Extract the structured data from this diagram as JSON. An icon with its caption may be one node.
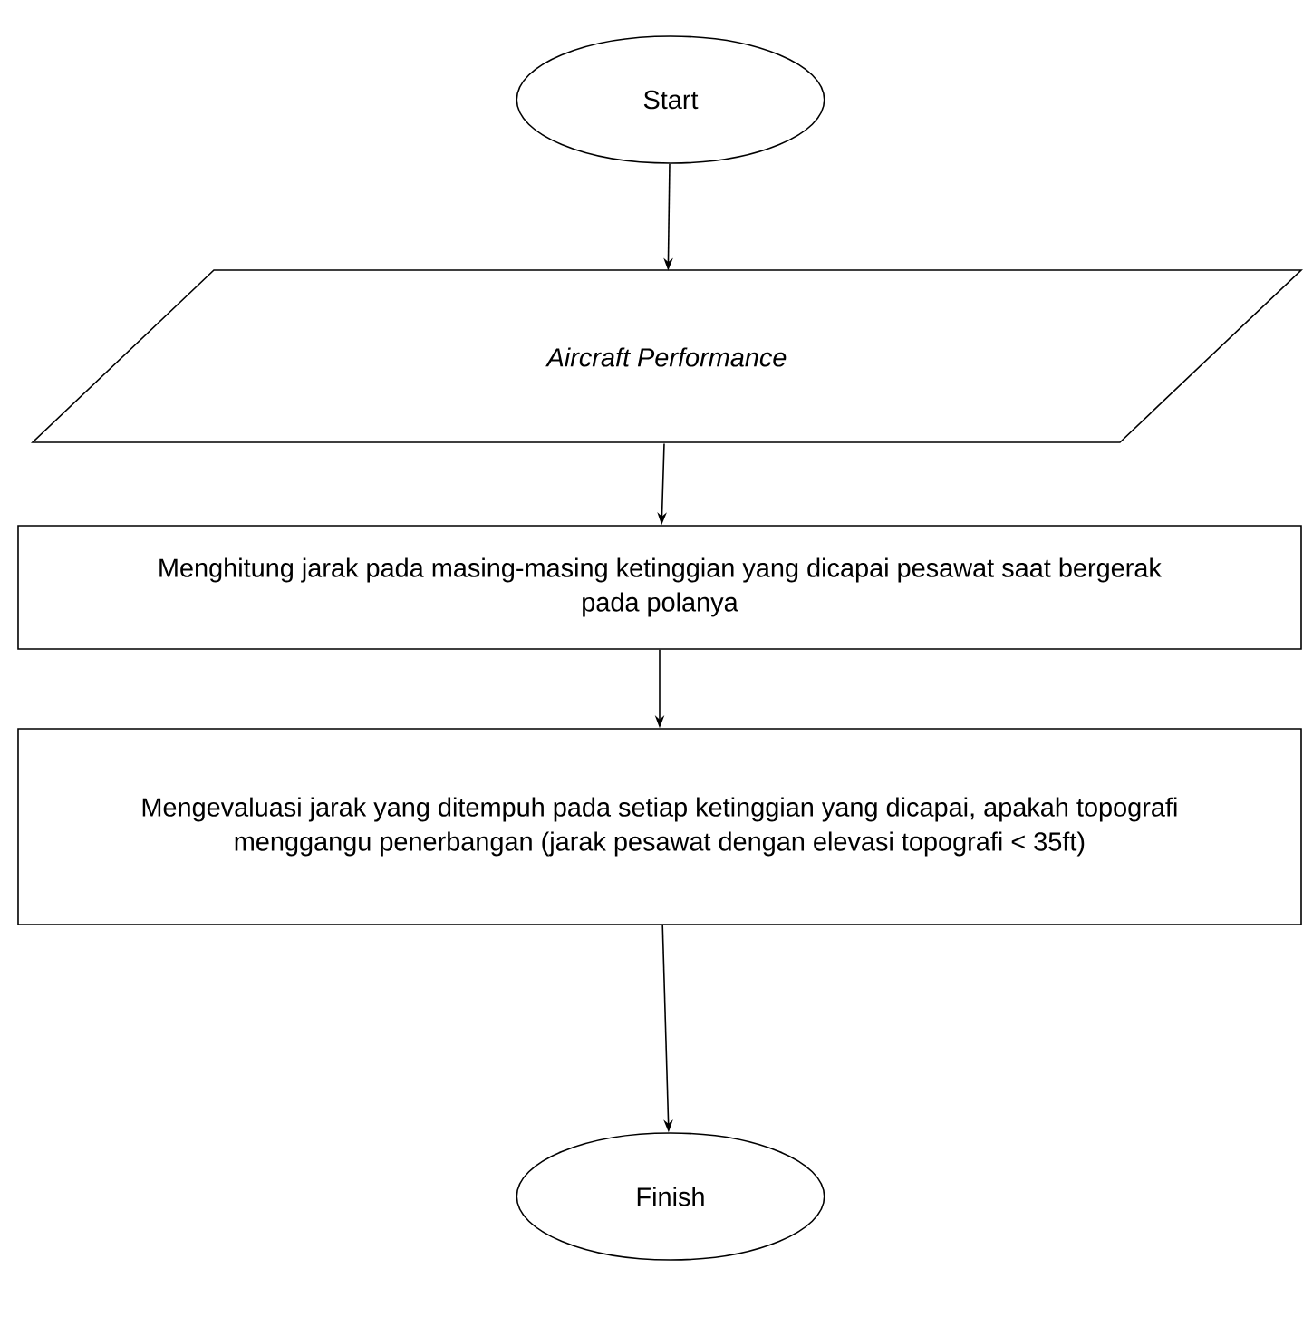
{
  "diagram": {
    "nodes": [
      {
        "text": [
          "Start"
        ]
      },
      {
        "text": [
          "*Aircraft Performance*"
        ]
      },
      {
        "text": [
          "Menghitung jarak pada masing-masing ketinggian yang dicapai pesawat saat bergerak pada polanya"
        ]
      },
      {
        "text": [
          "Mengevaluasi jarak yang ditempuh pada setiap ketinggian yang dicapai, apakah topografi menggangu penerbangan (jarak pesawat dengan elevasi topografi < 35ft)"
        ]
      },
      {
        "text": [
          "Finish"
        ]
      }
    ],
    "edges": [
      {
        "from": 0,
        "to": 1,
        "arrow": "to"
      },
      {
        "from": 1,
        "to": 2,
        "arrow": "to"
      },
      {
        "from": 2,
        "to": 3,
        "arrow": "to"
      },
      {
        "from": 3,
        "to": 4,
        "arrow": "to"
      }
    ]
  }
}
